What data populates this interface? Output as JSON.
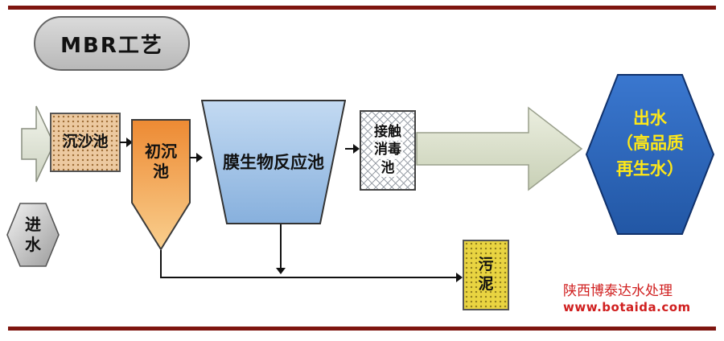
{
  "title_badge": {
    "label": "MBR工艺"
  },
  "nodes": {
    "inlet": {
      "line1": "进",
      "line2": "水"
    },
    "grit_chamber": {
      "label": "沉沙池"
    },
    "primary_tank": {
      "line1": "初沉",
      "line2": "池"
    },
    "mbr_tank": {
      "label": "膜生物反应池"
    },
    "disinfection_tank": {
      "line1": "接触",
      "line2": "消毒",
      "line3": "池"
    },
    "effluent": {
      "line1": "出水",
      "line2": "（高品质",
      "line3": "再生水）"
    },
    "sludge": {
      "line1": "污",
      "line2": "泥"
    }
  },
  "watermark": {
    "company": "陕西博泰达水处理",
    "website": "www.botaida.com"
  },
  "colors": {
    "frame_rule": "#7e150f",
    "badge_fill": "#c9c9c9",
    "grit_fill": "#ecc9a0",
    "primary_tank_top": "#ed8a33",
    "primary_tank_bottom": "#f9cf8e",
    "mbr_tank_top": "#c3daf2",
    "mbr_tank_bottom": "#87b0dd",
    "effluent_fill": "#2d66bd",
    "effluent_text": "#ffe817",
    "sludge_fill": "#e9d441",
    "block_arrow_fill": "#dde3d2",
    "watermark_red": "#d01f1f"
  }
}
